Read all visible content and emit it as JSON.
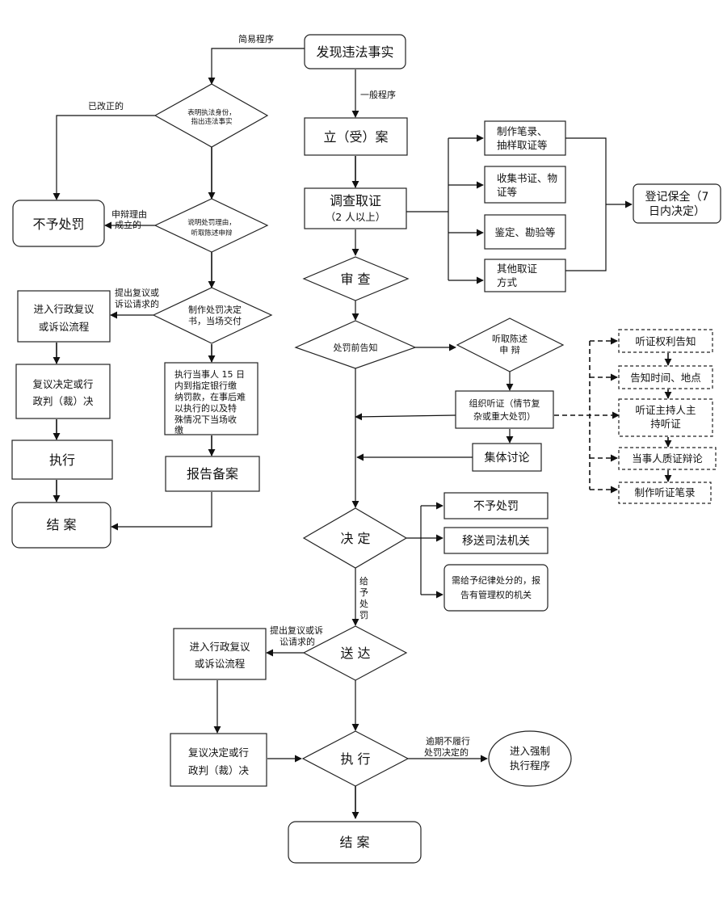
{
  "nodes": {
    "discover": "发现违法事实",
    "show_id": [
      "表明执法身份，",
      "指出违法事实"
    ],
    "no_penalty_left": "不予处罚",
    "explain": [
      "说明处罚理由，",
      "听取陈述申辩"
    ],
    "make_decision": [
      "制作处罚决定",
      "书，当场交付"
    ],
    "enter_review_left": [
      "进入行政复议",
      "或诉讼流程"
    ],
    "review_result_left": [
      "复议决定或行",
      "政判（裁）决"
    ],
    "execute_left": "执行",
    "close_left": "结  案",
    "pay_fine": [
      "执行当事人 15 日",
      "内到指定银行缴",
      "纳罚款，在事后难",
      "以执行的以及特",
      "殊情况下当场收",
      "缴"
    ],
    "report_file": "报告备案",
    "register": "立（受）案",
    "investigate": "调查取证",
    "investigate_sub": "（2 人以上）",
    "record": [
      "制作笔录、",
      "抽样取证等"
    ],
    "collect": [
      "收集书证、物",
      "证等"
    ],
    "appraise": "鉴定、勘验等",
    "other_evidence": [
      "其他取证",
      "方式"
    ],
    "preserve": [
      "登记保全（7",
      "日内决定）"
    ],
    "review": "审  查",
    "pre_notice": "处罚前告知",
    "hear_statement": [
      "听取陈述",
      "申  辩"
    ],
    "hearing": [
      "组织听证（情节复",
      "杂或重大处罚）"
    ],
    "collective": "集体讨论",
    "hearing_steps": [
      "听证权利告知",
      "告知时间、地点",
      "听证主持人主持听证",
      "当事人质证辩论",
      "制作听证笔录"
    ],
    "decide": "决  定",
    "no_penalty_right": "不予处罚",
    "transfer": "移送司法机关",
    "discipline": [
      "需给予纪律处分的，报",
      "告有管理权的机关"
    ],
    "deliver": "送  达",
    "enter_review_bottom": [
      "进入行政复议",
      "或诉讼流程"
    ],
    "review_result_bottom": [
      "复议决定或行",
      "政判（裁）决"
    ],
    "execute": "执  行",
    "enforce": [
      "进入强制",
      "执行程序"
    ],
    "close": "结  案"
  },
  "edge_labels": {
    "simple": "简易程序",
    "general": "一般程序",
    "corrected": "已改正的",
    "defense_valid": [
      "申辩理由",
      "成立的"
    ],
    "appeal_left": [
      "提出复议或",
      "诉讼请求的"
    ],
    "impose": [
      "给",
      "予",
      "处",
      "罚"
    ],
    "appeal_bottom": [
      "提出复议或诉",
      "讼请求的"
    ],
    "overdue": [
      "逾期不履行",
      "处罚决定的"
    ]
  },
  "colors": {
    "line": "#111111",
    "fill": "#ffffff"
  }
}
